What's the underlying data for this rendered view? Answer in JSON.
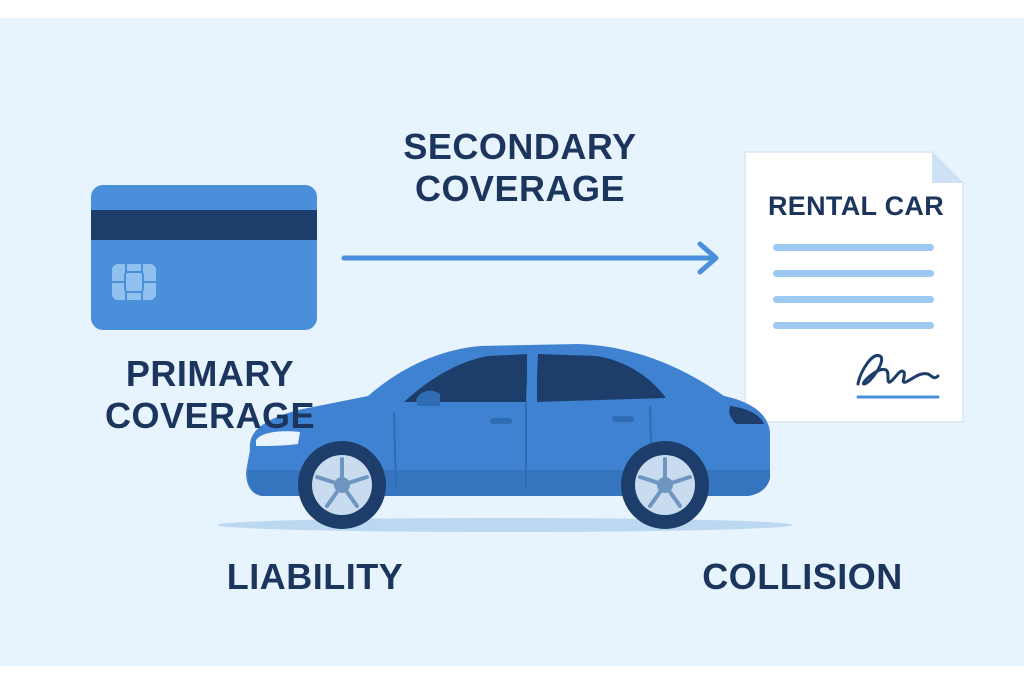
{
  "labels": {
    "secondary_line1": "SECONDARY",
    "secondary_line2": "COVERAGE",
    "primary_line1": "PRIMARY",
    "primary_line2": "COVERAGE",
    "liability": "LIABILITY",
    "collision": "COLLISION"
  },
  "document": {
    "title": "RENTAL CAR"
  },
  "colors": {
    "background": "#e7f3fd",
    "text": "#1b355d",
    "card": "#4a8fd9",
    "car": "#3f82d1",
    "arrow": "#4a8fd9"
  },
  "icons": {
    "card": "credit-card-icon",
    "chip": "chip-icon",
    "arrow": "arrow-right-icon",
    "document": "document-icon",
    "signature": "signature-icon",
    "car": "sedan-car-icon"
  }
}
